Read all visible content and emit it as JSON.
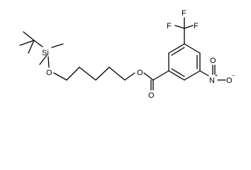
{
  "structure": {
    "atoms": {
      "si": "Si",
      "o_ether": "O",
      "o_ester": "O",
      "o_carbonyl": "O",
      "f_top": "F",
      "f_left": "F",
      "f_right": "F",
      "n_nitro": "N",
      "o_nitro_top": "O",
      "o_nitro_bottom": "O"
    },
    "charges": {
      "n_nitro": "+",
      "o_nitro_bottom": "−"
    }
  }
}
